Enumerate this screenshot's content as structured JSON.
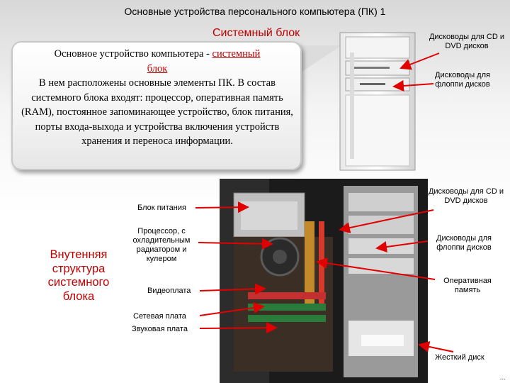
{
  "header": {
    "title": "Основные устройства персонального компьютера (ПК)  1",
    "section": "Системный блок"
  },
  "bubble": {
    "line1_prefix": "Основное устройство компьютера  - ",
    "line1_highlight": "системный",
    "line2_highlight": "блок",
    "body": "В нем расположены основные элементы ПК. В состав системного блока входят: процессор, оперативная память (RAM), постоянное запоминающее устройство, блок питания, порты входа-выхода и устройства включения устройств хранения и переноса информации."
  },
  "case_labels": {
    "cd_dvd": "Дисководы для CD  и DVD дисков",
    "floppy": "Дисководы  для флоппи дисков"
  },
  "structure_title": "Внутенняя структура системного блока",
  "left_labels": {
    "psu": "Блок питания",
    "cpu": "Процессор, с охладительным радиатором и кулером",
    "video": "Видеоплата",
    "net": "Сетевая плата",
    "sound": "Звуковая плата"
  },
  "right_labels": {
    "cd_dvd": "Дисководы для CD и DVD  дисков",
    "floppy": "Дисководы для флоппи дисков",
    "ram": "Оперативная память",
    "hdd": "Жесткий диск"
  },
  "footer": "..."
}
